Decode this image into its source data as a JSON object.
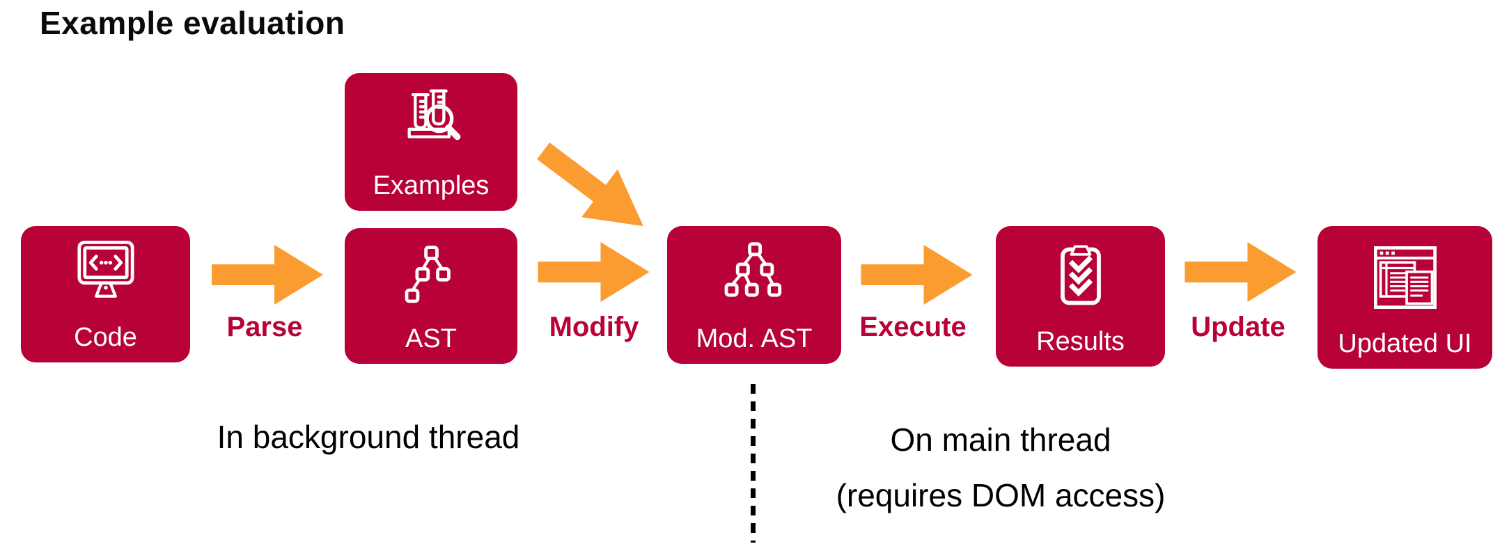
{
  "title": "Example evaluation",
  "colors": {
    "box": "#B80237",
    "arrow": "#FA9C2F",
    "step_label": "#B80237",
    "caption": "#000000"
  },
  "boxes": [
    {
      "label": "Code",
      "icon": "code-monitor-icon"
    },
    {
      "label": "Examples",
      "icon": "test-tubes-magnifier-icon"
    },
    {
      "label": "AST",
      "icon": "syntax-tree-icon"
    },
    {
      "label": "Mod. AST",
      "icon": "modified-syntax-tree-icon"
    },
    {
      "label": "Results",
      "icon": "clipboard-checklist-icon"
    },
    {
      "label": "Updated UI",
      "icon": "browser-window-icon"
    }
  ],
  "step_labels": [
    {
      "label": "Parse"
    },
    {
      "label": "Modify"
    },
    {
      "label": "Execute"
    },
    {
      "label": "Update"
    }
  ],
  "captions": {
    "background_thread": "In background thread",
    "main_thread_line1": "On main thread",
    "main_thread_line2": "(requires DOM access)"
  }
}
